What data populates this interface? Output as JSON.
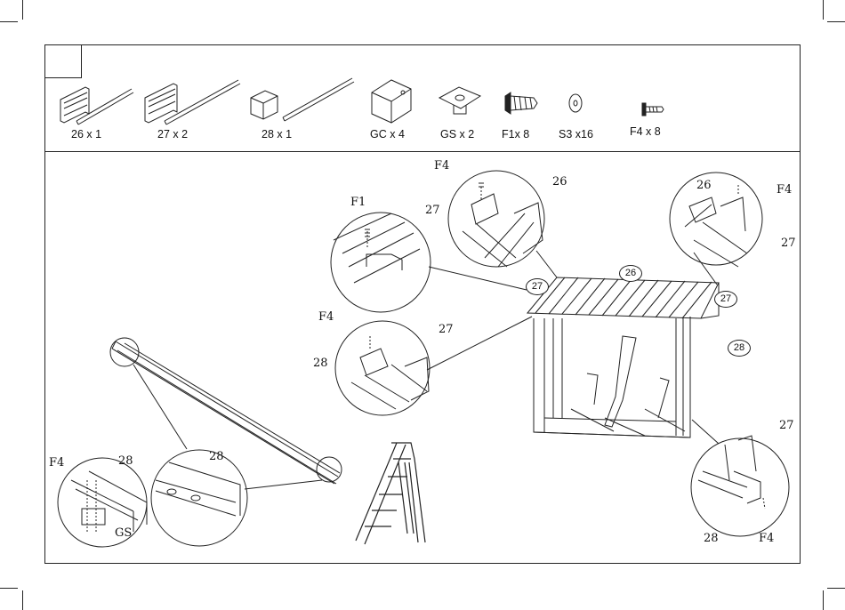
{
  "parts": [
    {
      "id": "26",
      "label": "26 x 1"
    },
    {
      "id": "27",
      "label": "27 x 2"
    },
    {
      "id": "28",
      "label": "28   x 1"
    },
    {
      "id": "GC",
      "label": "GC x 4"
    },
    {
      "id": "GS",
      "label": "GS x 2"
    },
    {
      "id": "F1",
      "label": "F1x 8"
    },
    {
      "id": "S3",
      "label": "S3 x16"
    },
    {
      "id": "F4",
      "label": "F4  x 8"
    }
  ],
  "callouts": {
    "f4_top_mid": "F4",
    "n26_top_mid": "26",
    "n27_top_mid": "27",
    "f1_left": "F1",
    "n26_top_right": "26",
    "f4_top_right": "F4",
    "n27_top_right": "27",
    "f4_mid_left": "F4",
    "n27_mid_left": "27",
    "n28_mid_left": "28",
    "f4_bottom_left": "F4",
    "n28_bottom_left": "28",
    "gs_bottom_left": "GS",
    "n28_bottom_mid": "28",
    "n27_bottom_right": "27",
    "n28_bottom_right": "28",
    "f4_bottom_right": "F4"
  },
  "bubbles": {
    "b27_left": "27",
    "b26_top": "26",
    "b27_right": "27",
    "b28_right": "28"
  }
}
